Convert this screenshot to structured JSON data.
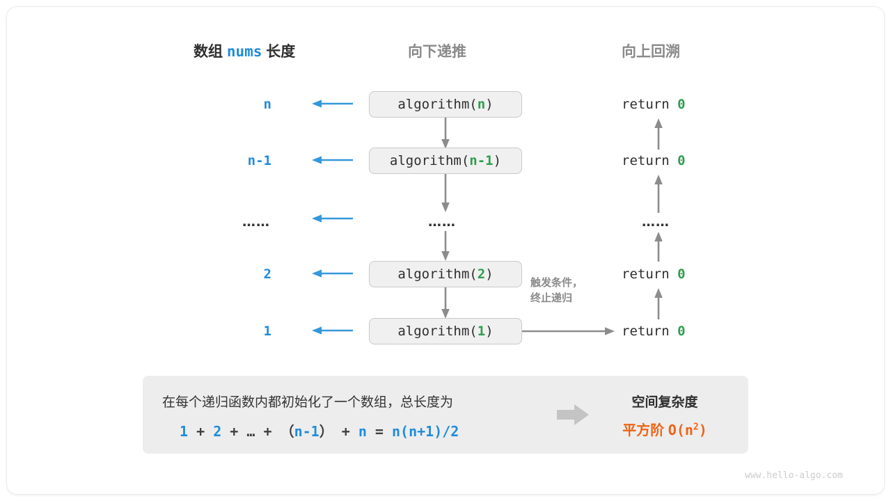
{
  "theme": {
    "blue": "#1f8cdb",
    "green": "#2e9e4f",
    "orange": "#ef6414",
    "gray_text": "#8a8a8a",
    "dark_text": "#2f2f2f",
    "box_fill": "#f0f0f0",
    "box_border": "#c9c9c9",
    "panel_fill": "#ededed",
    "arrow_gray": "#8c8c8c",
    "watermark": "#cccccc",
    "background": "#ffffff"
  },
  "headers": {
    "left_prefix": "数组",
    "left_mono": "nums",
    "left_suffix": "长度",
    "middle": "向下递推",
    "right": "向上回溯"
  },
  "rows": [
    {
      "length": "n",
      "call_prefix": "algorithm(",
      "call_arg": "n",
      "call_suffix": ")",
      "return_text": "return",
      "return_value": "0",
      "is_dots": false
    },
    {
      "length": "n-1",
      "call_prefix": "algorithm(",
      "call_arg": "n-1",
      "call_suffix": ")",
      "return_text": "return",
      "return_value": "0",
      "is_dots": false
    },
    {
      "length": "……",
      "call_prefix": "",
      "call_arg": "",
      "call_suffix": "",
      "return_text": "",
      "return_value": "",
      "is_dots": true,
      "dots": "……"
    },
    {
      "length": "2",
      "call_prefix": "algorithm(",
      "call_arg": "2",
      "call_suffix": ")",
      "return_text": "return",
      "return_value": "0",
      "is_dots": false
    },
    {
      "length": "1",
      "call_prefix": "algorithm(",
      "call_arg": "1",
      "call_suffix": ")",
      "return_text": "return",
      "return_value": "0",
      "is_dots": false
    }
  ],
  "note": {
    "line1": "触发条件，",
    "line2": "终止递归"
  },
  "summary": {
    "description": "在每个递归函数内都初始化了一个数组，总长度为",
    "formula": {
      "t1": "1",
      "op1": "+",
      "t2": "2",
      "op2": "+",
      "ellipsis": "…",
      "op3": "+",
      "paren_open": "（",
      "t3": "n-1",
      "paren_close": "）",
      "op4": "+",
      "t4": "n",
      "eq": "=",
      "result": "n(n+1)/2"
    },
    "right_title": "空间复杂度",
    "right_value_label": "平方阶",
    "right_value_big_o": "O(n",
    "right_value_exp": "2",
    "right_value_close": ")"
  },
  "watermark": "www.hello-algo.com"
}
